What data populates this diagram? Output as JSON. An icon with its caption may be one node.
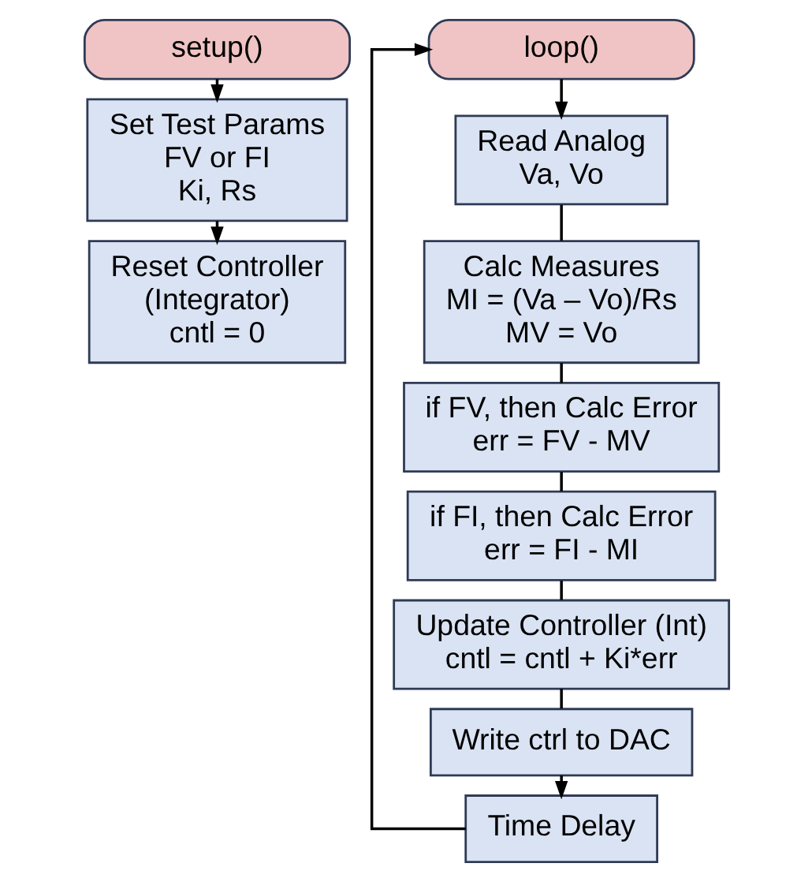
{
  "diagram": {
    "nodes": [
      {
        "text": [
          "setup()"
        ]
      },
      {
        "text": [
          "Set Test Params",
          "FV or FI",
          "Ki, Rs"
        ]
      },
      {
        "text": [
          "Reset Controller",
          "(Integrator)",
          "cntl = 0"
        ]
      },
      {
        "text": [
          "loop()"
        ]
      },
      {
        "text": [
          "Read Analog",
          "Va, Vo"
        ]
      },
      {
        "text": [
          "Calc Measures",
          "MI = (Va – Vo)/Rs",
          "MV = Vo"
        ]
      },
      {
        "text": [
          "if FV, then Calc Error",
          "err = FV - MV"
        ]
      },
      {
        "text": [
          "if FI, then Calc Error",
          "err = FI - MI"
        ]
      },
      {
        "text": [
          "Update Controller (Int)",
          "cntl = cntl + Ki*err"
        ]
      },
      {
        "text": [
          "Write ctrl to DAC"
        ]
      },
      {
        "text": [
          "Time Delay"
        ]
      }
    ],
    "edges": [
      {
        "from": 0,
        "to": 1,
        "arrow": "to"
      },
      {
        "from": 1,
        "to": 2,
        "arrow": "to"
      },
      {
        "from": 3,
        "to": 4,
        "arrow": "to"
      },
      {
        "from": 4,
        "to": 5,
        "arrow": "none"
      },
      {
        "from": 5,
        "to": 6,
        "arrow": "none"
      },
      {
        "from": 6,
        "to": 7,
        "arrow": "none"
      },
      {
        "from": 7,
        "to": 8,
        "arrow": "none"
      },
      {
        "from": 8,
        "to": 9,
        "arrow": "none"
      },
      {
        "from": 9,
        "to": 10,
        "arrow": "to"
      },
      {
        "from": 10,
        "to": 3,
        "arrow": "to"
      }
    ]
  }
}
